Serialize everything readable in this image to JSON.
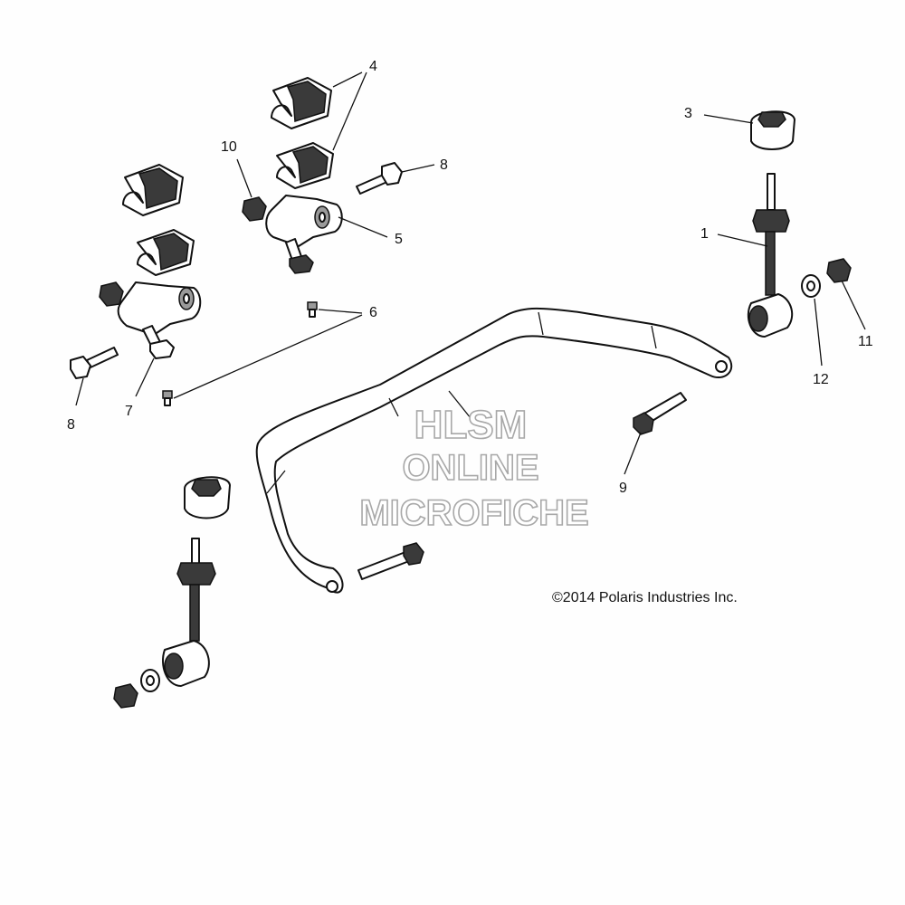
{
  "callouts": [
    {
      "id": "c1",
      "text": "1"
    },
    {
      "id": "c3",
      "text": "3"
    },
    {
      "id": "c4",
      "text": "4"
    },
    {
      "id": "c5",
      "text": "5"
    },
    {
      "id": "c6",
      "text": "6"
    },
    {
      "id": "c7",
      "text": "7"
    },
    {
      "id": "c8a",
      "text": "8"
    },
    {
      "id": "c8b",
      "text": "8"
    },
    {
      "id": "c9",
      "text": "9"
    },
    {
      "id": "c10",
      "text": "10"
    },
    {
      "id": "c11",
      "text": "11"
    },
    {
      "id": "c12",
      "text": "12"
    }
  ],
  "copyright": "©2014 Polaris Industries Inc.",
  "watermark": {
    "line1": "HLSM",
    "line2": "ONLINE",
    "line3": "MICROFICHE",
    "color": "#a8a8a8"
  },
  "colors": {
    "line": "#111111",
    "fill_dark": "#3a3a3a",
    "fill_mid": "#9a9a9a"
  }
}
